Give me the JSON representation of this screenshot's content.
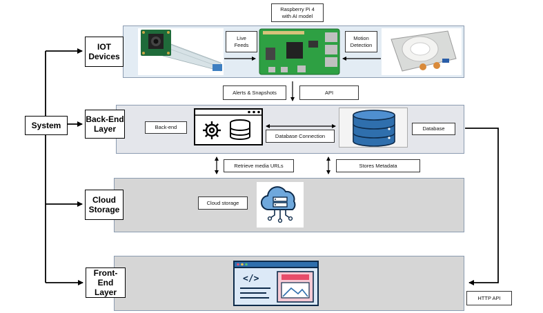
{
  "layers": {
    "system": "System",
    "iot": "IOT\nDevices",
    "backend": "Back-End\nLayer",
    "cloud": "Cloud\nStorage",
    "frontend": "Front-End\nLayer"
  },
  "labels": {
    "raspberry": "Raspberry Pi 4\nwith AI model",
    "live_feeds": "Live\nFeeds",
    "motion_detection": "Motion\nDetection",
    "alerts_snapshots": "Alerts & Snapshots",
    "api": "API",
    "back_end": "Back-end",
    "database_connection": "Database Connection",
    "database": "Database",
    "retrieve_media": "Retrieve media URLs",
    "stores_metadata": "Stores Metadata",
    "cloud_storage": "Cloud storage",
    "http_api": "HTTP API"
  },
  "colors": {
    "iot_band": "#e3ecf4",
    "backend_band": "#e4e6eb",
    "cloud_band": "#d6d6d6",
    "frontend_band": "#d6d6d6",
    "db_blue": "#2f6fad",
    "pcb_green": "#2ea043"
  },
  "icons": {
    "camera": "camera-module-icon",
    "pi": "raspberry-pi-board-icon",
    "sensor": "motion-sensor-icon",
    "server": "backend-server-icon",
    "database": "database-icon",
    "cloud": "cloud-storage-icon",
    "web": "web-code-icon"
  }
}
